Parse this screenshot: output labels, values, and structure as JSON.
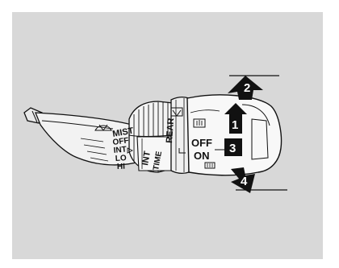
{
  "labels": {
    "mist": "MIST",
    "off_left": "OFF",
    "int": "INT",
    "lo": "LO",
    "hi": "HI",
    "int_time_1": "INT",
    "int_time_2": "TIME",
    "rear": "REAR",
    "off_right": "OFF",
    "on": "ON"
  },
  "callouts": [
    "1",
    "2",
    "3",
    "4"
  ],
  "icons": [
    "front-wiper-icon",
    "rear-wiper-icon",
    "washer-icon",
    "small-washer-icon"
  ]
}
